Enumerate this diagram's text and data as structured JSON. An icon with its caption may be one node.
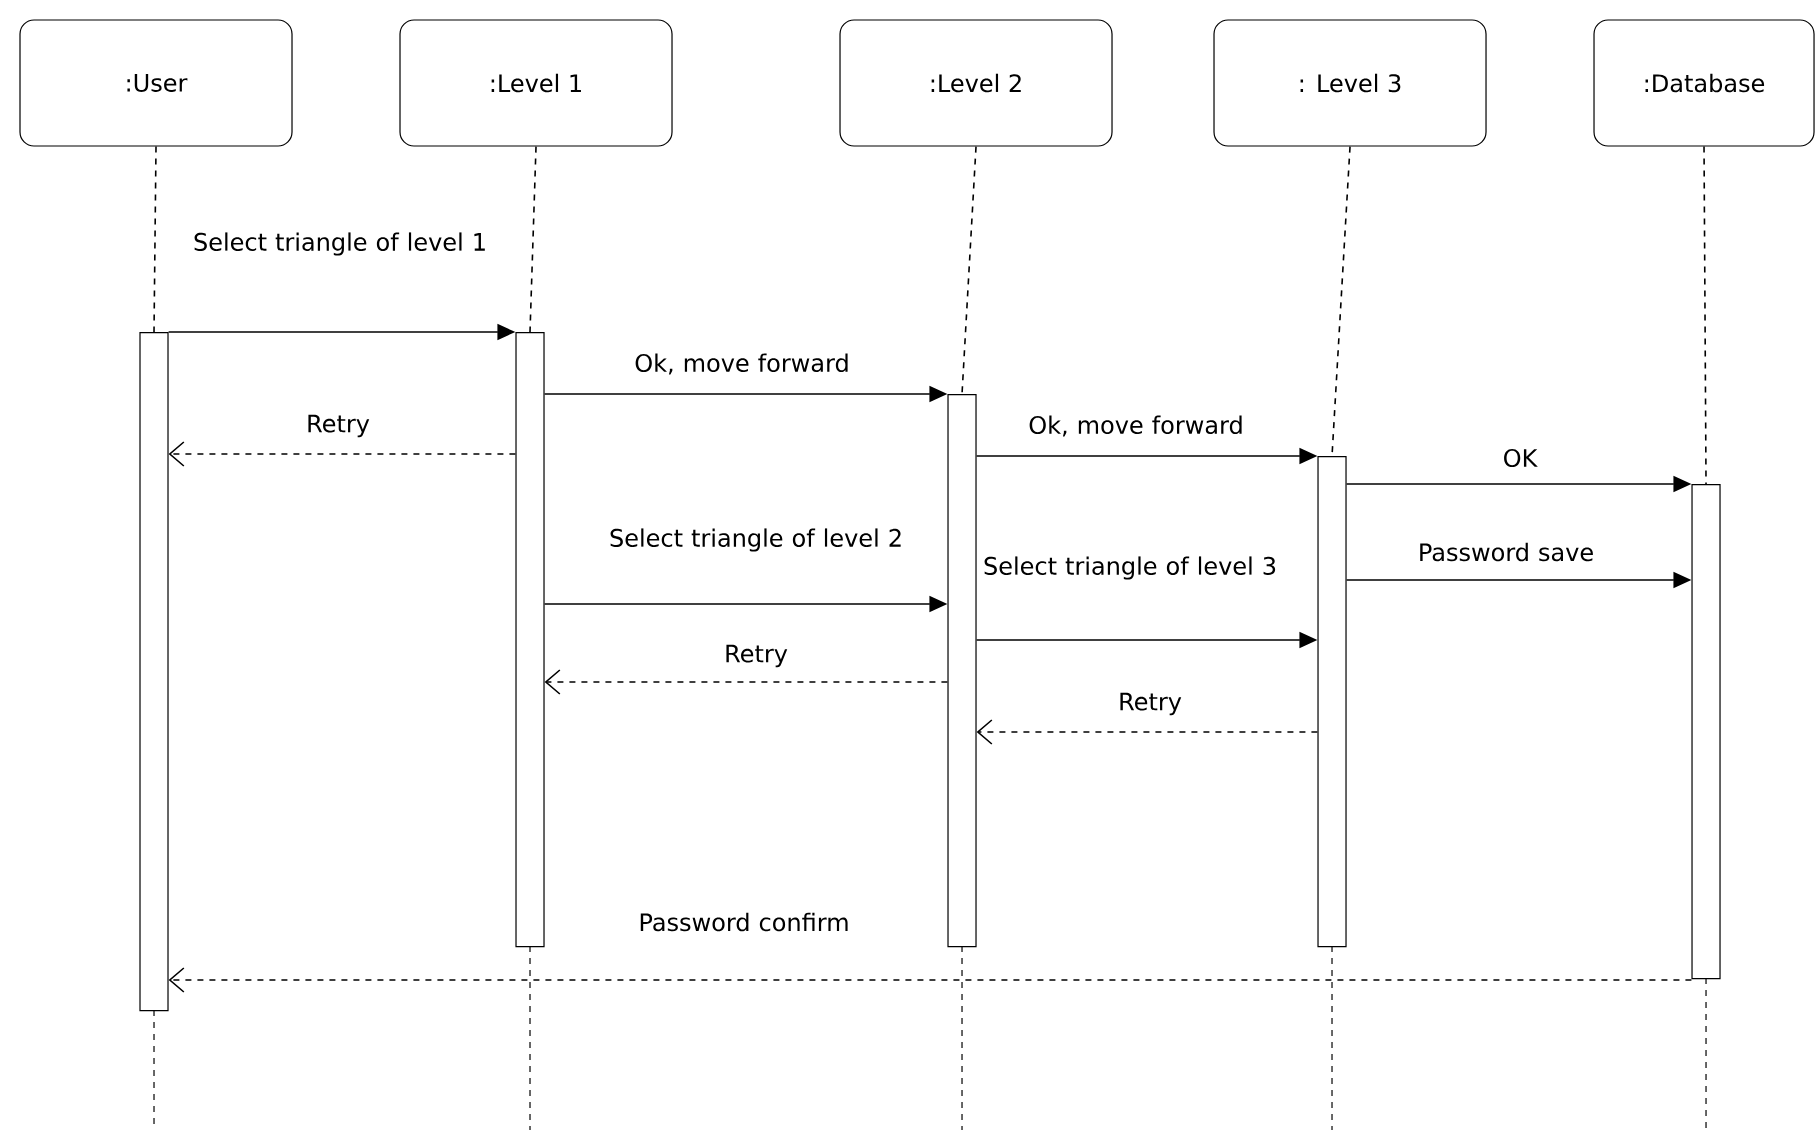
{
  "diagram": {
    "nodes": [
      {
        "text": [
          ":User"
        ]
      },
      {
        "text": [
          ":Level 1"
        ]
      },
      {
        "text": [
          ":Level 2"
        ]
      },
      {
        "text": [
          ": Level 3"
        ]
      },
      {
        "text": [
          ":Database"
        ]
      },
      {
        "text": [],
        "shape": "bar"
      },
      {
        "text": [],
        "shape": "bar"
      },
      {
        "text": [],
        "shape": "bar"
      },
      {
        "text": [],
        "shape": "bar"
      },
      {
        "text": [],
        "shape": "bar"
      }
    ],
    "edges": [
      {
        "from": 5,
        "to": 6,
        "arrow": "to",
        "label": "Select triangle of level 1"
      },
      {
        "from": 6,
        "to": 7,
        "arrow": "to",
        "label": "Ok, move forward"
      },
      {
        "from": 6,
        "to": 5,
        "arrow": "to",
        "label": "Retry",
        "style": "dashed"
      },
      {
        "from": 7,
        "to": 8,
        "arrow": "to",
        "label": "Ok, move forward"
      },
      {
        "from": 8,
        "to": 9,
        "arrow": "to",
        "label": "OK"
      },
      {
        "from": 6,
        "to": 7,
        "arrow": "to",
        "label": "Select triangle of level 2"
      },
      {
        "from": 8,
        "to": 9,
        "arrow": "to",
        "label": "Password save"
      },
      {
        "from": 7,
        "to": 8,
        "arrow": "to",
        "label": "Select triangle of level 3"
      },
      {
        "from": 7,
        "to": 6,
        "arrow": "to",
        "label": "Retry",
        "style": "dashed"
      },
      {
        "from": 8,
        "to": 7,
        "arrow": "to",
        "label": "Retry",
        "style": "dashed"
      },
      {
        "from": 9,
        "to": 5,
        "arrow": "to",
        "label": "Password confirm",
        "style": "dashed"
      },
      {
        "from": 0,
        "to": 5,
        "arrow": "none",
        "style": "dashed"
      },
      {
        "from": 1,
        "to": 6,
        "arrow": "none",
        "style": "dashed"
      },
      {
        "from": 2,
        "to": 7,
        "arrow": "none",
        "style": "dashed"
      },
      {
        "from": 3,
        "to": 8,
        "arrow": "none",
        "style": "dashed"
      },
      {
        "from": 4,
        "to": 9,
        "arrow": "none",
        "style": "dashed"
      }
    ]
  }
}
